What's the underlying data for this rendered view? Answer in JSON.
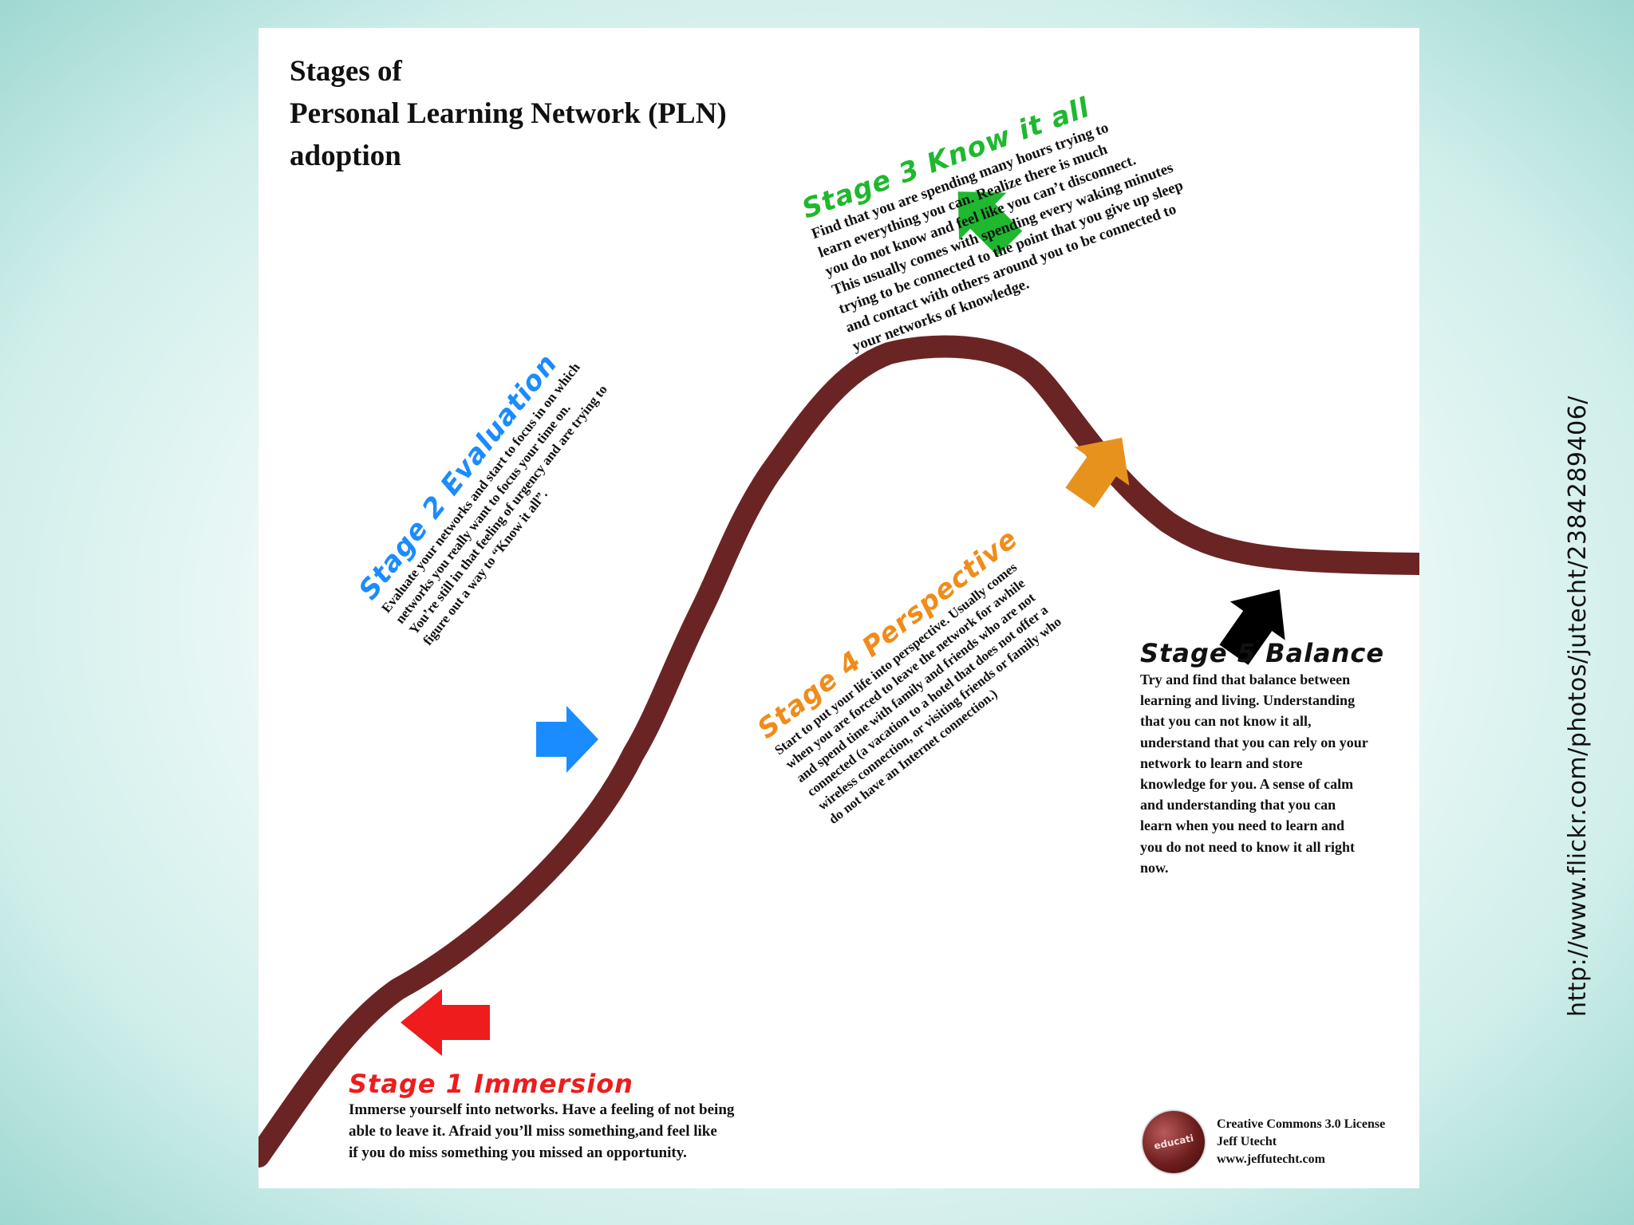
{
  "title": "Stages of\nPersonal Learning Network (PLN)\nadoption",
  "stages": [
    {
      "heading": "Stage 1 Immersion",
      "text": "Immerse yourself into networks. Have a feeling of not being\nable to leave it. Afraid you’ll miss something,and feel like\nif you do miss something you missed an opportunity.",
      "color": "#ee1c1c"
    },
    {
      "heading": "Stage 2 Evaluation",
      "text": "Evaluate your networks and start to focus in on which\nnetworks you really want to focus your time on.\nYou’re still in that feeling of urgency and are trying to\nfigure out a way to “Know it all”.",
      "color": "#1a8cff"
    },
    {
      "heading": "Stage 3 Know it all",
      "text": "Find that you are spending many hours trying to\nlearn everything you can. Realize there is much\nyou do not know and feel like you can’t disconnect.\nThis usually comes with spending every waking minutes\ntrying to be connected to the point that you give up sleep\nand contact with others around you to be connected to\nyour networks of knowledge.",
      "color": "#1fb82f"
    },
    {
      "heading": "Stage 4 Perspective",
      "text": "Start to put your life into perspective. Usually comes\nwhen you are forced to leave the network for awhile\nand spend time with family and friends who are not\nconnected (a vacation to a hotel that does not offer a\nwireless connection, or visiting friends or family who\ndo not have an Internet connection.)",
      "color": "#f08c1a"
    },
    {
      "heading": "Stage 5 Balance",
      "text": "Try and find that balance between\nlearning and living. Understanding\nthat you can not know it all,\nunderstand that you can rely on your\n network to learn and store\nknowledge for you. A sense of calm\nand understanding that you can\nlearn when you need to learn and\nyou do not need to know it all right\nnow.",
      "color": "#111111"
    }
  ],
  "license": {
    "line1": "Creative Commons 3.0 License",
    "line2": "Jeff Utecht",
    "line3": "www.jeffutecht.com",
    "logo_text": "educati"
  },
  "side_url": "http://www.flickr.com/photos/jutecht/2384289406/",
  "colors": {
    "curve": "#6b2424",
    "stage1_arrow": "#ee1c1c",
    "stage2_arrow": "#1a8cff",
    "stage3_arrow": "#1fb82f",
    "stage4_arrow": "#e8921e",
    "stage5_arrow": "#000000"
  }
}
